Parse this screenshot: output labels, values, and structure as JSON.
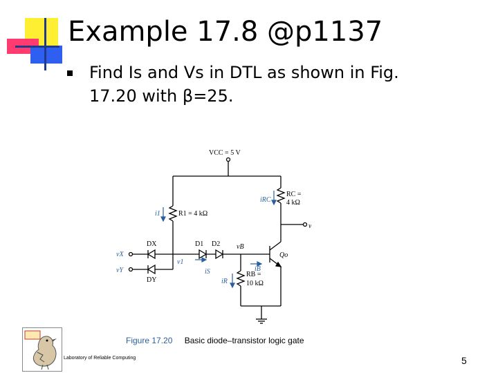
{
  "slide": {
    "title": "Example 17.8 @p1137",
    "bullets": [
      "Find Is and Vs in DTL as shown in Fig. 17.20 with β=25."
    ],
    "footer": "Laboratory of Reliable Computing",
    "page_number": "5"
  },
  "figure": {
    "number": "Figure 17.20",
    "caption": "Basic diode–transistor logic gate",
    "labels": {
      "vcc": "VCC = 5 V",
      "rc": "RC =",
      "rc_value": "4 kΩ",
      "irc": "iRC",
      "vo": "vO",
      "i1": "i1",
      "r1": "R1 = 4 kΩ",
      "dx": "DX",
      "d1": "D1",
      "d2": "D2",
      "vb": "vB",
      "qo": "Qo",
      "vx": "vX",
      "vy": "vY",
      "v1": "v1",
      "ib": "iB",
      "is": "iS",
      "rb": "RB =",
      "rb_value": "10 kΩ",
      "ir": "iR",
      "dy": "DY"
    }
  },
  "colors": {
    "deco_yellow": "#ffef33",
    "deco_pink": "#ff3b6f",
    "deco_blue": "#2f5ff0",
    "figure_accent": "#2a5f9e"
  }
}
